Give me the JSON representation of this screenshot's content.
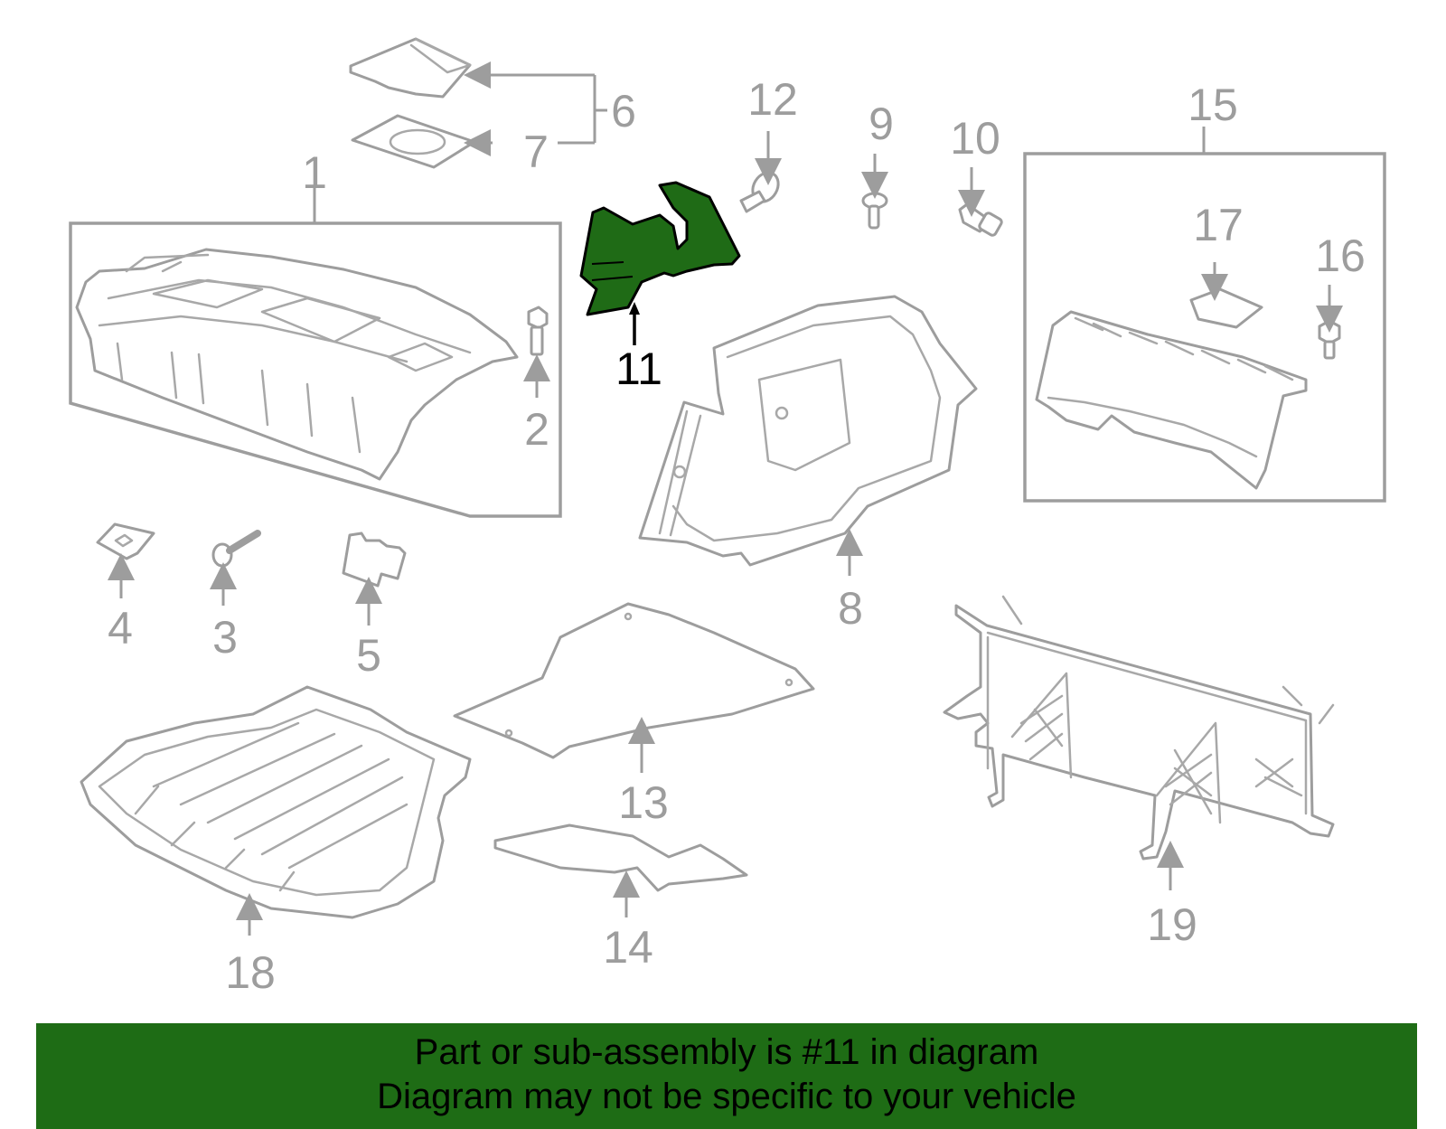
{
  "diagram": {
    "highlighted_part": "11",
    "callouts": {
      "c1": "1",
      "c2": "2",
      "c3": "3",
      "c4": "4",
      "c5": "5",
      "c6": "6",
      "c7": "7",
      "c8": "8",
      "c9": "9",
      "c10": "10",
      "c11": "11",
      "c12": "12",
      "c13": "13",
      "c14": "14",
      "c15": "15",
      "c16": "16",
      "c17": "17",
      "c18": "18",
      "c19": "19"
    },
    "colors": {
      "highlight": "#1f6b16",
      "line_gray": "#9d9d9d",
      "banner_bg": "#1e6c15"
    }
  },
  "banner": {
    "line1": "Part or sub-assembly is #11 in diagram",
    "line2": "Diagram may not be specific to your vehicle"
  }
}
